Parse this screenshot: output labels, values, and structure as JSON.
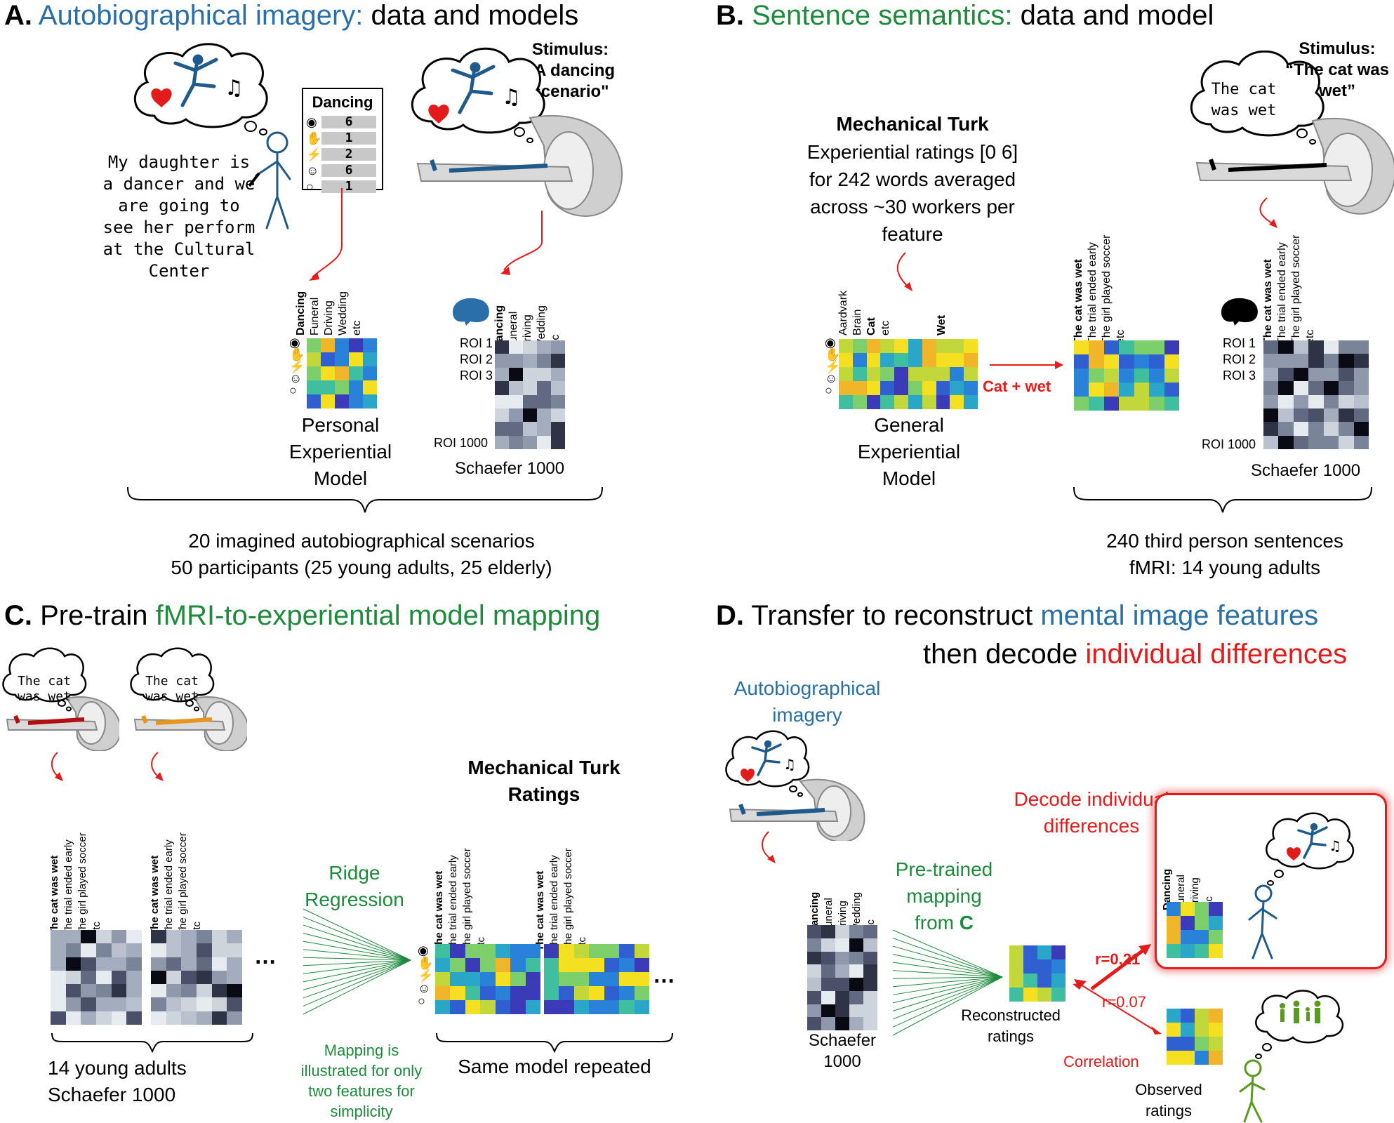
{
  "panelA": {
    "letter": "A.",
    "title_colored": "Autobiographical imagery:",
    "title_rest": "data and models",
    "quote": "My daughter is a dancer and we are going to see her perform at the Cultural Center",
    "card_title": "Dancing",
    "card_values": [
      "6",
      "1",
      "2",
      "6",
      "1"
    ],
    "stimulus_label": "Stimulus:",
    "stimulus_text": "“A dancing scenario\"",
    "columns": [
      "Dancing",
      "Funeral",
      "Driving",
      "Wedding",
      "etc"
    ],
    "rois": [
      "ROI 1",
      "ROI 2",
      "ROI 3",
      "ROI 1000"
    ],
    "model_label": "Personal Experiential Model",
    "parcellation_label": "Schaefer 1000",
    "summary_1": "20 imagined autobiographical scenarios",
    "summary_2": "50 participants (25 young adults, 25 elderly)"
  },
  "panelB": {
    "letter": "B.",
    "title_colored": "Sentence semantics:",
    "title_rest": "data and model",
    "mturk_title": "Mechanical Turk",
    "mturk_desc": "Experiential ratings [0 6] for 242 words averaged across ~30 workers per feature",
    "word_columns": [
      "Aardvark",
      "Brain",
      "Cat",
      "etc",
      "Wet"
    ],
    "sentence_columns": [
      "The cat was wet",
      "The trial ended early",
      "The girl played soccer",
      "etc"
    ],
    "arrow_label": "Cat + wet",
    "cloud_text": "The cat was wet",
    "stimulus_label": "Stimulus:",
    "stimulus_text": "“The cat was wet”",
    "rois": [
      "ROI 1",
      "ROI 2",
      "ROI 3",
      "ROI 1000"
    ],
    "model_label": "General Experiential Model",
    "parcellation_label": "Schaefer 1000",
    "summary_1": "240 third person sentences",
    "summary_2": "fMRI: 14 young adults"
  },
  "panelC": {
    "letter": "C.",
    "title_rest": "Pre-train",
    "title_colored": "fMRI-to-experiential model mapping",
    "cloud_text": "The cat was wet",
    "sentence_columns": [
      "The cat was wet",
      "The trial ended early",
      "The girl played soccer",
      "etc"
    ],
    "ellipsis": "…",
    "method": "Ridge Regression",
    "mturk_title": "Mechanical Turk Ratings",
    "left_summary": "14 young adults Schaefer 1000",
    "mapping_note": "Mapping is illustrated for only two features for simplicity",
    "right_summary": "Same model repeated"
  },
  "panelD": {
    "letter": "D.",
    "title_1_rest": "Transfer to reconstruct",
    "title_1_colored": "mental image features",
    "title_2_rest": "then decode",
    "title_2_colored": "individual differences",
    "imagery_label": "Autobiographical imagery",
    "columns": [
      "Dancing",
      "Funeral",
      "Driving",
      "Wedding",
      "etc"
    ],
    "small_columns": [
      "Dancing",
      "Funeral",
      "Driving",
      "etc"
    ],
    "parcellation_label": "Schaefer 1000",
    "mapping_label_1": "Pre-trained mapping from",
    "mapping_label_2": "C",
    "reconstructed_label": "Reconstructed ratings",
    "decode_label": "Decode individual differences",
    "r_high": "r=0.21",
    "r_low": "r=0.07",
    "correlation_label": "Correlation",
    "observed_label": "Observed ratings"
  },
  "colors": {
    "blue_title": "#2a6fa8",
    "green_title": "#1e8a3c",
    "red_accent": "#e31b1b"
  }
}
